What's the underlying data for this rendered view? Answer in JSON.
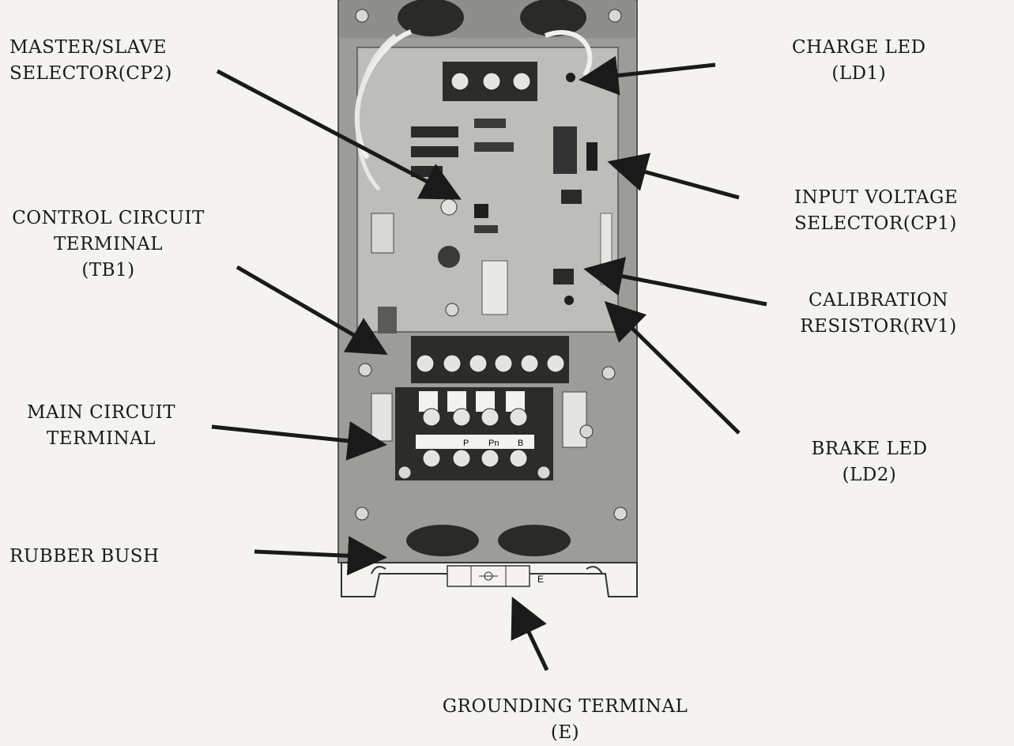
{
  "labels": {
    "master_slave": [
      "MASTER/SLAVE",
      "SELECTOR(CP2)"
    ],
    "charge_led": [
      "CHARGE LED",
      "(LD1)"
    ],
    "input_voltage": [
      "INPUT VOLTAGE",
      "SELECTOR(CP1)"
    ],
    "control_terminal": [
      "CONTROL CIRCUIT",
      "TERMINAL",
      "(TB1)"
    ],
    "calibration": [
      "CALIBRATION",
      "RESISTOR(RV1)"
    ],
    "main_terminal": [
      "MAIN CIRCUIT",
      "TERMINAL"
    ],
    "brake_led": [
      "BRAKE LED",
      "(LD2)"
    ],
    "rubber_bush": "RUBBER BUSH",
    "grounding": [
      "GROUNDING TERMINAL",
      "(E)"
    ]
  },
  "board": {
    "terminal_marks": [
      "P",
      "Pn",
      "B"
    ],
    "ground_mark": "E"
  },
  "colors": {
    "ink": "#1a1a1a",
    "paper": "#f4f3ef",
    "chassis": "#9a9a96",
    "pcb": "#b4b4b0",
    "dark": "#2a2a28"
  }
}
